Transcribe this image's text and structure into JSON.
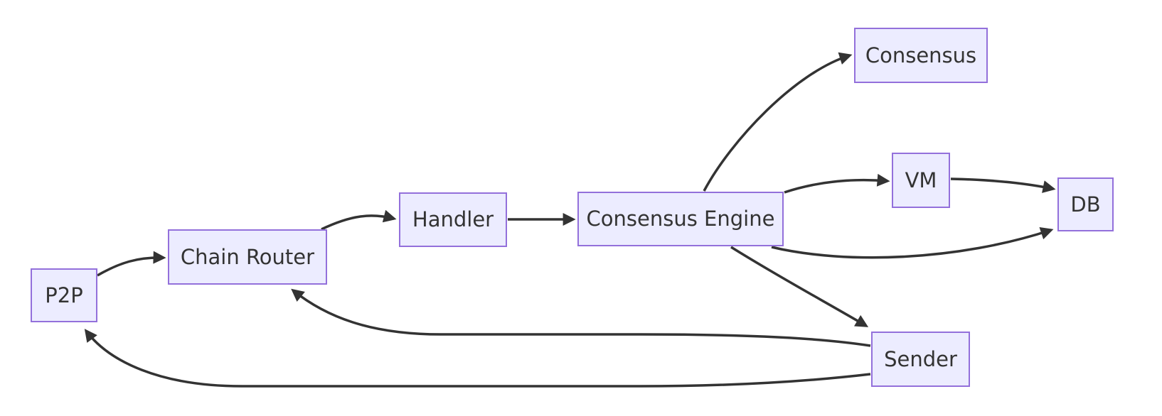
{
  "diagram": {
    "type": "flowchart",
    "direction": "left-to-right",
    "nodes": [
      {
        "id": "p2p",
        "label": "P2P"
      },
      {
        "id": "chain_router",
        "label": "Chain Router"
      },
      {
        "id": "handler",
        "label": "Handler"
      },
      {
        "id": "consensus_engine",
        "label": "Consensus Engine"
      },
      {
        "id": "consensus",
        "label": "Consensus"
      },
      {
        "id": "vm",
        "label": "VM"
      },
      {
        "id": "db",
        "label": "DB"
      },
      {
        "id": "sender",
        "label": "Sender"
      }
    ],
    "edges": [
      {
        "from": "P2P",
        "to": "Chain Router"
      },
      {
        "from": "Chain Router",
        "to": "Handler"
      },
      {
        "from": "Handler",
        "to": "Consensus Engine"
      },
      {
        "from": "Consensus Engine",
        "to": "Consensus"
      },
      {
        "from": "Consensus Engine",
        "to": "VM"
      },
      {
        "from": "VM",
        "to": "DB"
      },
      {
        "from": "Consensus Engine",
        "to": "DB"
      },
      {
        "from": "Consensus Engine",
        "to": "Sender"
      },
      {
        "from": "Sender",
        "to": "Chain Router"
      },
      {
        "from": "Sender",
        "to": "P2P"
      }
    ],
    "colors": {
      "node_fill": "#ECECFF",
      "node_border": "#9370DB",
      "edge": "#333333",
      "text": "#333333",
      "background": "#FFFFFF"
    }
  }
}
